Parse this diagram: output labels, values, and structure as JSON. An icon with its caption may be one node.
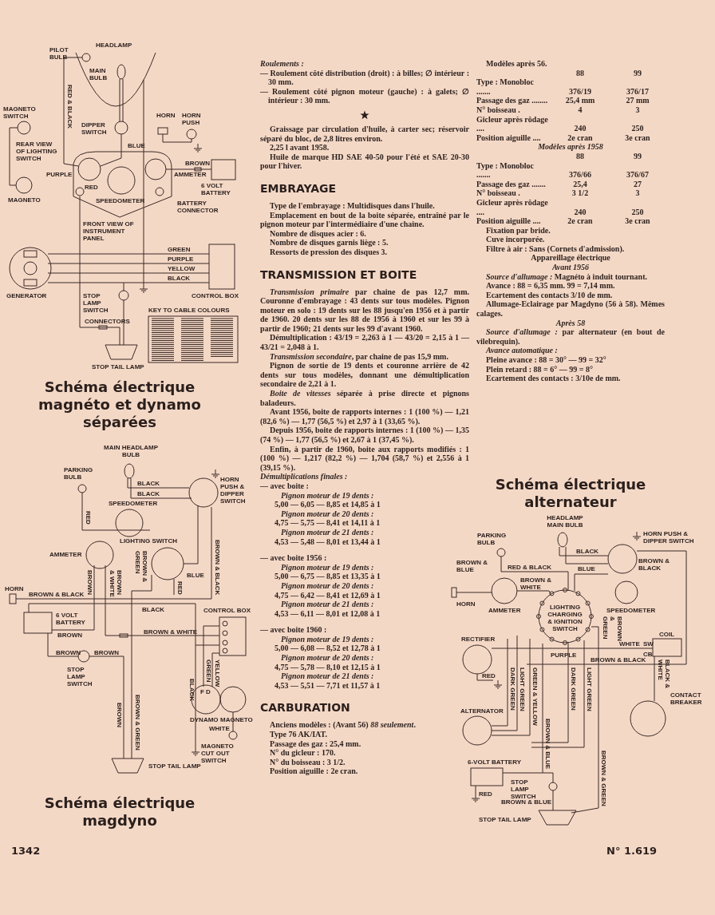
{
  "diagram": {
    "labels": [
      "HEADLAMP",
      "PILOT BULB",
      "MAIN BULB",
      "RED & BLACK",
      "MAGNETO SWITCH",
      "HORN",
      "HORN PUSH",
      "DIPPER SWITCH",
      "REAR VIEW OF LIGHTING SWITCH",
      "BLUE",
      "BROWN",
      "PURPLE",
      "AMMETER",
      "RED",
      "6 VOLT BATTERY",
      "MAGNETO",
      "SPEEDOMETER",
      "BATTERY CONNECTOR",
      "FRONT VIEW OF INSTRUMENT PANEL",
      "GREEN",
      "PURPLE",
      "YELLOW",
      "BLACK",
      "GENERATOR",
      "STOP LAMP SWITCH",
      "CONTROL BOX",
      "KEY TO CABLE COLOURS",
      "CONNECTORS",
      "STOP TAIL LAMP",
      "Schéma électrique magnéto et dynamo séparées",
      "MAIN HEADLAMP BULB",
      "PARKING BULB",
      "HORN PUSH & DIPPER SWITCH",
      "BLACK",
      "BLACK",
      "SPEEDOMETER",
      "RED",
      "LIGHTING SWITCH",
      "BROWN & BLACK",
      "AMMETER",
      "BROWN & GREEN",
      "BROWN",
      "BROWN & WHITE",
      "BLUE",
      "RED",
      "HORN",
      "BROWN & BLACK",
      "BLACK",
      "CONTROL BOX",
      "6 VOLT BATTERY",
      "BROWN & WHITE",
      "BROWN",
      "BROWN",
      "BROWN",
      "GREEN",
      "YELLOW",
      "STOP LAMP SWITCH",
      "BLACK",
      "F D",
      "BROWN & GREEN",
      "BROWN",
      "DYNAMO",
      "MAGNETO",
      "WHITE",
      "MAGNETO CUT OUT SWITCH",
      "STOP TAIL LAMP",
      "Schéma électrique magdyno",
      "1342",
      "Roulements :",
      "— Roulement côté distribution (droit) : à billes; ∅ intérieur : 30 mm.",
      "— Roulement côté pignon moteur (gauche) : à galets; ∅ intérieur : 30 mm.",
      "Graissage par circulation d'huile, à carter sec; réservoir séparé du bloc, de 2,8 litres environ.",
      "2,25 l avant 1958.",
      "Huile de marque HD SAE 40-50 pour l'été et SAE 20-30 pour l'hiver.",
      "EMBRAYAGE",
      "Type de l'embrayage : Multidisques dans l'huile.",
      "Emplacement en bout de la boite séparée, entraîné par le pignon moteur par l'intermédiaire d'une chaine.",
      "Nombre de disques acier : 6.",
      "Nombre de disques garnis liège : 5.",
      "Ressorts de pression des disques 3.",
      "TRANSMISSION ET BOITE",
      "*Transmission primaire* par chaine de pas 12,7 mm. Couronne d'embrayage : 43 dents sur tous modèles. Pignon moteur en solo : 19 dents sur les 88 jusqu'en 1956 et à partir de 1960. 20 dents sur les 88 de 1956 à 1960 et sur les 99 à partir de 1960; 21 dents sur les 99 d'avant 1960.",
      "Démultiplication : 43/19 = 2,263 à 1 — 43/20 = 2,15 à 1 — 43/21 = 2,048 à 1.",
      "*Transmission secondaire*, par chaine de pas 15,9 mm.",
      "Pignon de sortie de 19 dents et couronne arrière de 42 dents sur tous modèles, donnant une démultiplication secondaire de 2,21 à 1.",
      "*Boite de vitesses* séparée à prise directe et pignons baladeurs.",
      "Avant 1956, boite de rapports internes : 1 (100 %) — 1,21 (82,6 %) — 1,77 (56,5 %) et 2,97 à 1 (33,65 %).",
      "Depuis 1956, boite de rapports internes : 1 (100 %) — 1,35 (74 %) — 1,77 (56,5 %) et 2,67 à 1 (37,45 %).",
      "Enfin, à partir de 1960, boite aux rapports modifiés : 1 (100 %) — 1,217 (82,2 %) — 1,704 (58,7 %) et 2,556 à 1 (39,15 %).",
      "Démultiplications finales :",
      "— avec boite :",
      "Pignon moteur de 19 dents :",
      "5,00 — 6,05 — 8,85 et 14,85 à 1",
      "Pignon moteur de 20 dents :",
      "4,75 — 5,75 — 8,41 et 14,11 à 1",
      "Pignon moteur de 21 dents :",
      "4,53 — 5,48 — 8,01 et 13,44 à 1",
      "— avec boite 1956 :",
      "Pignon moteur de 19 dents :",
      "5,00 — 6,75 — 8,85 et 13,35 à 1",
      "Pignon moteur de 20 dents :",
      "4,75 — 6,42 — 8,41 et 12,69 à 1",
      "Pignon moteur de 21 dents :",
      "4,53 — 6,11 — 8,01 et 12,08 à 1",
      "— avec boite 1960 :",
      "Pignon moteur de 19 dents :",
      "5,00 — 6,08 — 8,52 et 12,78 à 1",
      "Pignon moteur de 20 dents :",
      "4,75 — 5,78 — 8,10 et 12,15 à 1",
      "Pignon moteur de 21 dents :",
      "4,53 — 5,51 — 7,71 et 11,57 à 1",
      "CARBURATION",
      "Anciens modèles : (Avant 56) *88 seulement*.",
      "Type 76 AK/IAT.",
      "Passage des gaz : 25,4 mm.",
      "N° du gicleur : 170.",
      "N° du boisseau : 3 1/2.",
      "Position aiguille : 2e cran.",
      "Modèles après 56.",
      "88",
      "99",
      "Type : Monobloc .......",
      "376/19",
      "376/17",
      "Passage des gaz ........",
      "25,4 mm",
      "27 mm",
      "N° boisseau .",
      "4",
      "3",
      "Gicleur après rôdage ....",
      "240",
      "250",
      "Position aiguille ....",
      "2e cran",
      "3e cran",
      "Modèles après 1958",
      "88",
      "99",
      "Type : Monobloc .......",
      "376/66",
      "376/67",
      "Passage des gaz .......",
      "25,4",
      "27",
      "N° boisseau .",
      "3 1/2",
      "3",
      "Gicleur après rôdage ....",
      "240",
      "250",
      "Position aiguille ....",
      "2e cran",
      "3e cran",
      "Fixation par bride.",
      "Cuve incorporée.",
      "Filtre à air : Sans (Cornets d'admission).",
      "Appareillage électrique",
      "Avant 1956",
      "*Source d'allumage :* Magnéto à induit tournant.",
      "Avance : 88 = 6,35 mm. 99 = 7,14 mm.",
      "Ecartement des contacts 3/10 de mm.",
      "Allumage-Eclairage par Magdyno (56 à 58). Mêmes calages.",
      "Après 58",
      "*Source d'allumage :* par alternateur (en bout de vilebrequin).",
      "Avance automatique :",
      "Pleine avance : 88 = 30° — 99 = 32°",
      "Plein retard : 88 = 6° — 99 = 8°",
      "Ecartement des contacts : 3/10e de mm.",
      "Schéma électrique alternateur",
      "HEADLAMP MAIN BULB",
      "PARKING BULB",
      "HORN PUSH & DIPPER SWITCH",
      "BLACK",
      "BROWN & BLUE",
      "RED & BLACK",
      "BLUE",
      "BROWN & BLACK",
      "BROWN & WHITE",
      "HORN",
      "AMMETER",
      "LIGHTING CHARGING & IGNITION SWITCH",
      "SPEEDOMETER",
      "BROWN & GREEN",
      "COIL",
      "RECTIFIER",
      "WHITE",
      "SW",
      "PURPLE",
      "BROWN & BLACK",
      "CB",
      "BLACK & WHITE",
      "RED",
      "DARK GREEN",
      "LIGHT GREEN",
      "GREEN & YELLOW",
      "DARK GREEN",
      "LIGHT GREEN",
      "CONTACT BREAKER",
      "ALTERNATOR",
      "BROWN & BLUE",
      "BROWN & GREEN",
      "6-VOLT BATTERY",
      "STOP LAMP SWITCH",
      "RED",
      "BROWN & BLUE",
      "STOP TAIL LAMP",
      "N° 1.619"
    ]
  }
}
